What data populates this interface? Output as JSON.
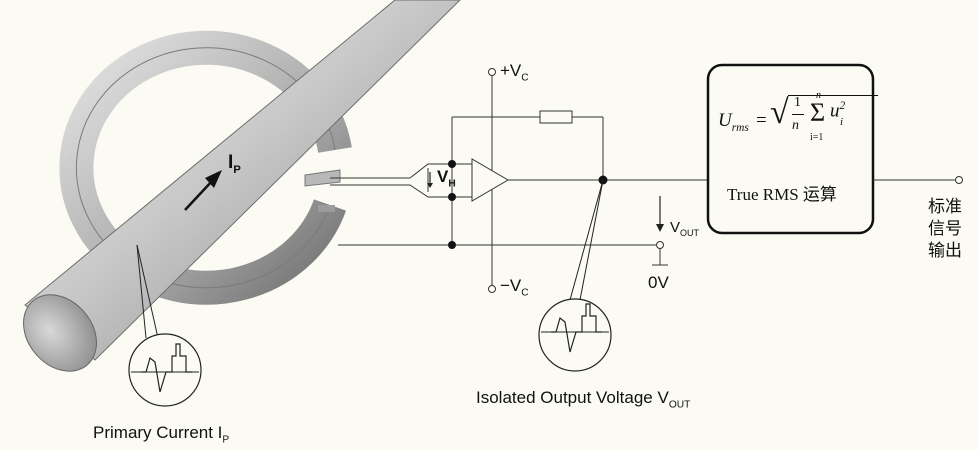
{
  "diagram": {
    "primary_current_symbol": "I",
    "primary_current_subscript": "P",
    "primary_current_caption": "Primary Current I",
    "primary_current_caption_subscript": "P",
    "hall_voltage_symbol": "V",
    "hall_voltage_subscript": "H",
    "supply_positive": "+V",
    "supply_positive_subscript": "C",
    "supply_negative": "−V",
    "supply_negative_subscript": "C",
    "output_voltage_symbol": "V",
    "output_voltage_subscript": "OUT",
    "ground_label": "0V",
    "output_caption": "Isolated Output Voltage V",
    "output_caption_subscript": "OUT",
    "rms_block_label": "True RMS 运算",
    "rms_formula": {
      "lhs": "U",
      "lhs_subscript": "rms",
      "equals": "=",
      "numerator": "1",
      "denominator": "n",
      "sum_upper": "n",
      "sum_lower": "i=1",
      "term": "u",
      "term_subscript": "i",
      "term_superscript": "2"
    },
    "output_signal_label_lines": [
      "标准",
      "信号",
      "输出"
    ]
  }
}
